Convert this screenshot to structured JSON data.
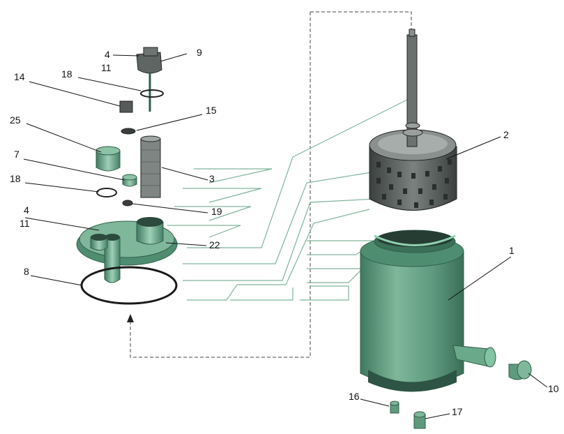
{
  "diagram": {
    "type": "exploded-assembly",
    "part_callouts": [
      "1",
      "2",
      "3",
      "4",
      "7",
      "8",
      "9",
      "10",
      "11",
      "14",
      "15",
      "16",
      "17",
      "18",
      "19",
      "22",
      "25"
    ],
    "labels": {
      "p1": "1",
      "p2": "2",
      "p3": "3",
      "p4_top": "4",
      "p11_top": "11",
      "p9": "9",
      "p18_top": "18",
      "p14": "14",
      "p15": "15",
      "p25": "25",
      "p7": "7",
      "p18_mid": "18",
      "p19": "19",
      "p4_mid": "4",
      "p11_mid": "11",
      "p22": "22",
      "p8": "8",
      "p10": "10",
      "p16": "16",
      "p17": "17"
    },
    "colors": {
      "body_green": "#5e9a7e",
      "body_dark": "#3f7a60",
      "body_light": "#8cc2a6",
      "filter_gray": "#6f7673",
      "line": "#222222",
      "guide": "#7fb39a"
    }
  }
}
